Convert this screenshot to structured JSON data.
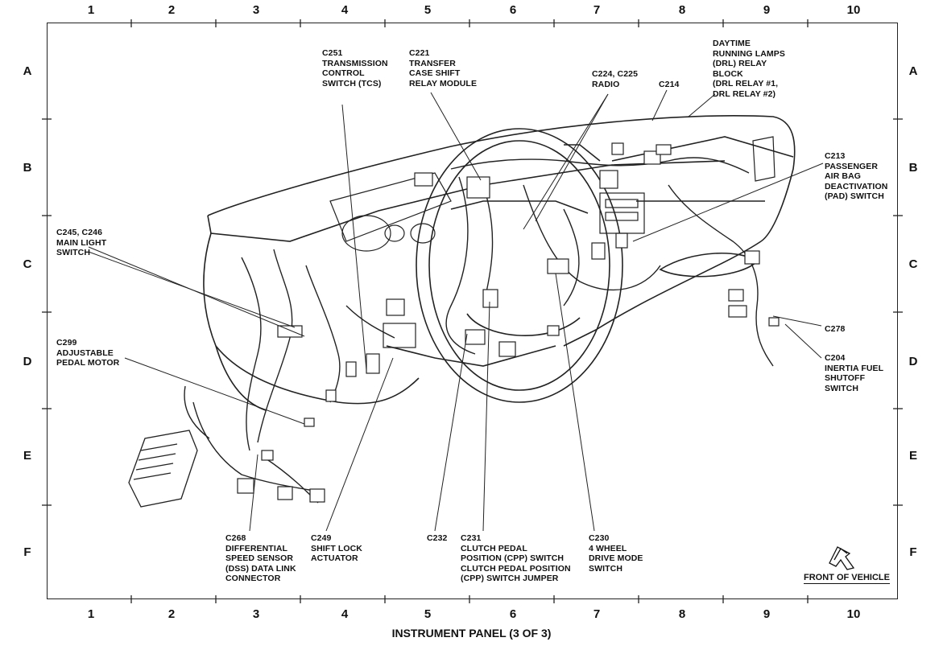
{
  "title": "INSTRUMENT PANEL (3 OF 3)",
  "grid": {
    "columns": [
      "1",
      "2",
      "3",
      "4",
      "5",
      "6",
      "7",
      "8",
      "9",
      "10"
    ],
    "rows": [
      "A",
      "B",
      "C",
      "D",
      "E",
      "F"
    ]
  },
  "callouts": {
    "c251": "C251\nTRANSMISSION\nCONTROL\nSWITCH (TCS)",
    "c221": "C221\nTRANSFER\nCASE SHIFT\nRELAY MODULE",
    "c224": "C224, C225\nRADIO",
    "c214": "C214",
    "drl": "DAYTIME\nRUNNING LAMPS\n(DRL) RELAY\nBLOCK\n(DRL RELAY #1,\nDRL RELAY #2)",
    "c213": "C213\nPASSENGER\nAIR BAG\nDEACTIVATION\n(PAD) SWITCH",
    "c245": "C245, C246\nMAIN LIGHT\nSWITCH",
    "c299": "C299\nADJUSTABLE\nPEDAL MOTOR",
    "c278": "C278",
    "c204": "C204\nINERTIA FUEL\nSHUTOFF\nSWITCH",
    "c268": "C268\nDIFFERENTIAL\nSPEED SENSOR\n(DSS) DATA LINK\nCONNECTOR",
    "c249": "C249\nSHIFT LOCK\nACTUATOR",
    "c232": "C232",
    "c231": "C231\nCLUTCH PEDAL\nPOSITION (CPP) SWITCH\nCLUTCH PEDAL POSITION\n(CPP) SWITCH JUMPER",
    "c230": "C230\n4 WHEEL\nDRIVE MODE\nSWITCH"
  },
  "front_of_vehicle": "FRONT OF VEHICLE",
  "icons": [
    "front-arrow-icon"
  ]
}
